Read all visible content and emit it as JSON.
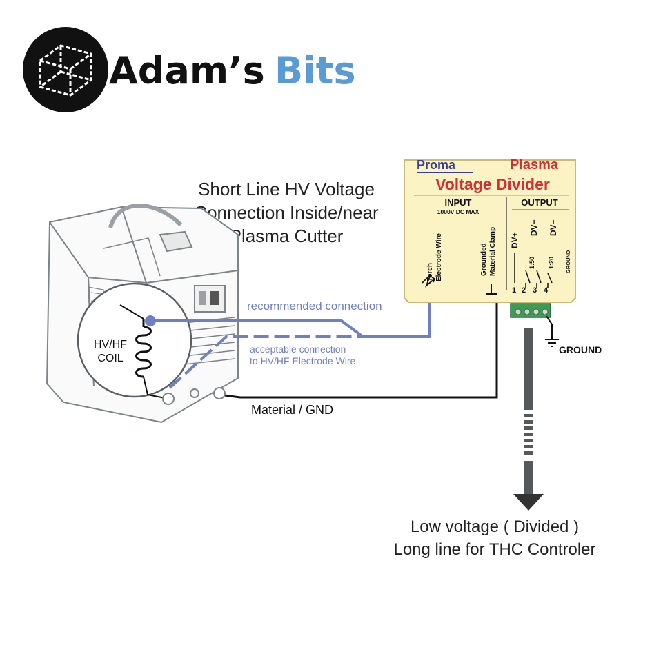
{
  "brand": {
    "name_primary": "Adam’s",
    "name_accent": "Bits",
    "accent_color": "#5b9bd5",
    "logo_icon": "wireframe-cube-icon"
  },
  "diagram": {
    "heading_lines": [
      "Short Line HV Voltage",
      "Connection Inside/near",
      "Plasma Cutter"
    ],
    "coil_label_lines": [
      "HV/HF",
      "COIL"
    ],
    "recommended_label": "recommended connection",
    "acceptable_label_lines": [
      "acceptable connection",
      "to HV/HF Electrode Wire"
    ],
    "material_label": "Material / GND",
    "output_label_lines": [
      "Low voltage ( Divided )",
      "Long line for THC Controler"
    ],
    "wire_color": "#6f7fc4"
  },
  "divider": {
    "brand": "Proma",
    "title_line1": "Plasma",
    "title_line2": "Voltage Divider",
    "title_color": "#d32f2f",
    "panel_color": "#fbf3c4",
    "input_header": "INPUT",
    "input_rating": "1000V DC MAX",
    "torch_label_lines": [
      "Torch",
      "Electrode Wire"
    ],
    "clamp_label_lines": [
      "Grounded",
      "Material Clamp"
    ],
    "output_header": "OUTPUT",
    "terminals": [
      {
        "number": "1",
        "pin": "DV+",
        "ratio": ""
      },
      {
        "number": "2",
        "pin": "DV−",
        "ratio": "1:50"
      },
      {
        "number": "3",
        "pin": "DV−",
        "ratio": "1:20"
      },
      {
        "number": "4",
        "pin": "",
        "ratio": "GROUND"
      }
    ],
    "ground_label": "GROUND"
  }
}
